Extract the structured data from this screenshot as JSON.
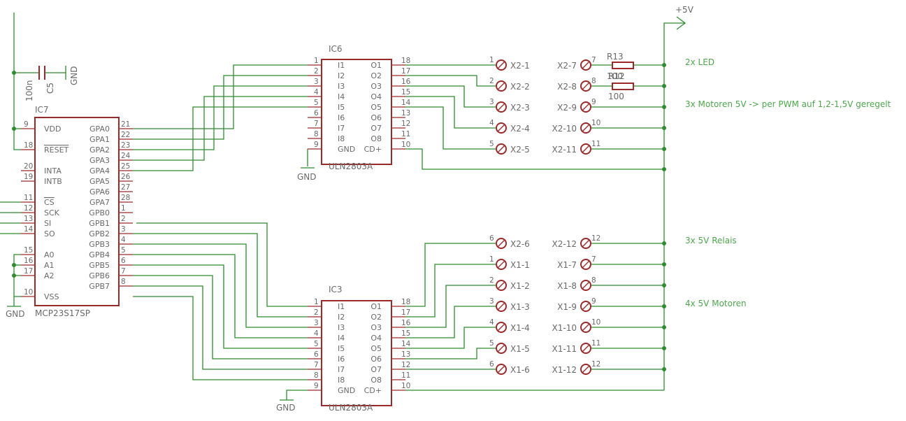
{
  "power_label": "+5V",
  "gnd_label": "GND",
  "comments": {
    "led": "2x LED",
    "motors_pwm": "3x Motoren 5V -> per PWM auf 1,2-1,5V geregelt",
    "relais": "3x 5V Relais",
    "motors": "4x 5V Motoren"
  },
  "ic7": {
    "name": "IC7",
    "value": "MCP23S17SP",
    "left_pins": [
      {
        "num": "9",
        "name": "VDD"
      },
      {
        "num": "18",
        "name": "RESET"
      },
      {
        "num": "20",
        "name": "INTA"
      },
      {
        "num": "19",
        "name": "INTB"
      },
      {
        "num": "11",
        "name": "CS"
      },
      {
        "num": "12",
        "name": "SCK"
      },
      {
        "num": "13",
        "name": "SI"
      },
      {
        "num": "14",
        "name": "SO"
      },
      {
        "num": "15",
        "name": "A0"
      },
      {
        "num": "16",
        "name": "A1"
      },
      {
        "num": "17",
        "name": "A2"
      },
      {
        "num": "10",
        "name": "VSS"
      }
    ],
    "right_pins": [
      {
        "num": "21",
        "name": "GPA0"
      },
      {
        "num": "22",
        "name": "GPA1"
      },
      {
        "num": "23",
        "name": "GPA2"
      },
      {
        "num": "24",
        "name": "GPA3"
      },
      {
        "num": "25",
        "name": "GPA4"
      },
      {
        "num": "26",
        "name": "GPA5"
      },
      {
        "num": "27",
        "name": "GPA6"
      },
      {
        "num": "28",
        "name": "GPA7"
      },
      {
        "num": "1",
        "name": "GPB0"
      },
      {
        "num": "2",
        "name": "GPB1"
      },
      {
        "num": "3",
        "name": "GPB2"
      },
      {
        "num": "4",
        "name": "GPB3"
      },
      {
        "num": "5",
        "name": "GPB4"
      },
      {
        "num": "6",
        "name": "GPB5"
      },
      {
        "num": "7",
        "name": "GPB6"
      },
      {
        "num": "8",
        "name": "GPB7"
      }
    ]
  },
  "ic6": {
    "name": "IC6",
    "value": "ULN2803A",
    "left_pins": [
      {
        "num": "1",
        "name": "I1"
      },
      {
        "num": "2",
        "name": "I2"
      },
      {
        "num": "3",
        "name": "I3"
      },
      {
        "num": "4",
        "name": "I4"
      },
      {
        "num": "5",
        "name": "I5"
      },
      {
        "num": "6",
        "name": "I6"
      },
      {
        "num": "7",
        "name": "I7"
      },
      {
        "num": "8",
        "name": "I8"
      },
      {
        "num": "9",
        "name": "GND"
      }
    ],
    "right_pins": [
      {
        "num": "18",
        "name": "O1"
      },
      {
        "num": "17",
        "name": "O2"
      },
      {
        "num": "16",
        "name": "O3"
      },
      {
        "num": "15",
        "name": "O4"
      },
      {
        "num": "14",
        "name": "O5"
      },
      {
        "num": "13",
        "name": "O6"
      },
      {
        "num": "12",
        "name": "O7"
      },
      {
        "num": "11",
        "name": "O8"
      },
      {
        "num": "10",
        "name": "CD+"
      }
    ]
  },
  "ic3": {
    "name": "IC3",
    "value": "ULN2803A",
    "left_pins": [
      {
        "num": "1",
        "name": "I1"
      },
      {
        "num": "2",
        "name": "I2"
      },
      {
        "num": "3",
        "name": "I3"
      },
      {
        "num": "4",
        "name": "I4"
      },
      {
        "num": "5",
        "name": "I5"
      },
      {
        "num": "6",
        "name": "I6"
      },
      {
        "num": "7",
        "name": "I7"
      },
      {
        "num": "8",
        "name": "I8"
      },
      {
        "num": "9",
        "name": "GND"
      }
    ],
    "right_pins": [
      {
        "num": "18",
        "name": "O1"
      },
      {
        "num": "17",
        "name": "O2"
      },
      {
        "num": "16",
        "name": "O3"
      },
      {
        "num": "15",
        "name": "O4"
      },
      {
        "num": "14",
        "name": "O5"
      },
      {
        "num": "13",
        "name": "O6"
      },
      {
        "num": "12",
        "name": "O7"
      },
      {
        "num": "11",
        "name": "O8"
      },
      {
        "num": "10",
        "name": "CD+"
      }
    ]
  },
  "c5": {
    "name": "C5",
    "value": "100n"
  },
  "resistors": [
    {
      "name": "R13",
      "value": "100"
    },
    {
      "name": "R12",
      "value": "100"
    }
  ],
  "left_terminals": [
    {
      "num": "1",
      "label": "X2-1"
    },
    {
      "num": "2",
      "label": "X2-2"
    },
    {
      "num": "3",
      "label": "X2-3"
    },
    {
      "num": "4",
      "label": "X2-4"
    },
    {
      "num": "5",
      "label": "X2-5"
    },
    {
      "num": "6",
      "label": "X2-6"
    },
    {
      "num": "1",
      "label": "X1-1"
    },
    {
      "num": "2",
      "label": "X1-2"
    },
    {
      "num": "3",
      "label": "X1-3"
    },
    {
      "num": "4",
      "label": "X1-4"
    },
    {
      "num": "5",
      "label": "X1-5"
    },
    {
      "num": "6",
      "label": "X1-6"
    }
  ],
  "right_terminals": [
    {
      "num": "7",
      "label": "X2-7"
    },
    {
      "num": "8",
      "label": "X2-8"
    },
    {
      "num": "9",
      "label": "X2-9"
    },
    {
      "num": "10",
      "label": "X2-10"
    },
    {
      "num": "11",
      "label": "X2-11"
    },
    {
      "num": "12",
      "label": "X2-12"
    },
    {
      "num": "7",
      "label": "X1-7"
    },
    {
      "num": "8",
      "label": "X1-8"
    },
    {
      "num": "9",
      "label": "X1-9"
    },
    {
      "num": "10",
      "label": "X1-10"
    },
    {
      "num": "11",
      "label": "X1-11"
    },
    {
      "num": "12",
      "label": "X1-12"
    }
  ]
}
